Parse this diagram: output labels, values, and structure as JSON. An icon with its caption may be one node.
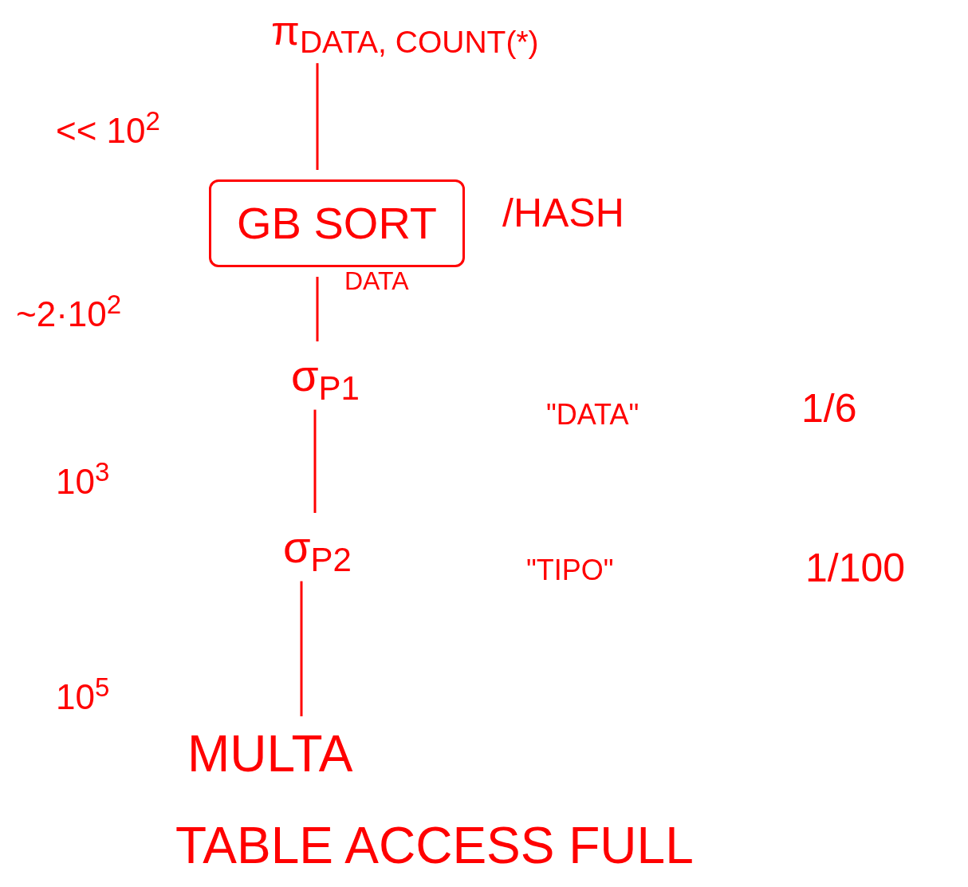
{
  "diagram": {
    "nodes": [
      {
        "text": [
          "π$_{DATA, COUNT(*)}$"
        ]
      },
      {
        "text": [
          "GB SORT"
        ],
        "beside": [
          "/HASH",
          "DATA"
        ]
      },
      {
        "text": [
          "σ$_{P1}$"
        ]
      },
      {
        "text": [
          "σ$_{P2}$"
        ]
      },
      {
        "text": [
          "MULTA"
        ],
        "beside": [
          "TABLE ACCESS FULL"
        ]
      }
    ],
    "edges": [
      {
        "from": 0,
        "to": 1,
        "arrow": "none"
      },
      {
        "from": 1,
        "to": 2,
        "arrow": "none"
      },
      {
        "from": 2,
        "to": 3,
        "arrow": "none"
      },
      {
        "from": 3,
        "to": 4,
        "arrow": "none"
      }
    ],
    "labels": [
      "<< 10$^{2}$",
      "~2·10$^{2}$",
      "\"DATA\"",
      "1/6",
      "10$^{3}$",
      "\"TIPO\"",
      "1/100",
      "10$^{5}$"
    ]
  }
}
